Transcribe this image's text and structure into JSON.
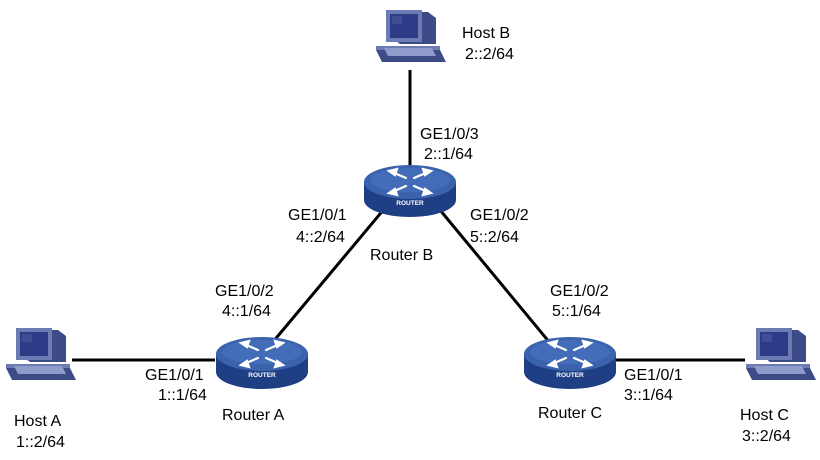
{
  "routers": {
    "a": {
      "name": "Router A",
      "badge": "ROUTER"
    },
    "b": {
      "name": "Router B",
      "badge": "ROUTER"
    },
    "c": {
      "name": "Router C",
      "badge": "ROUTER"
    }
  },
  "hosts": {
    "a": {
      "name": "Host A",
      "address": "1::2/64"
    },
    "b": {
      "name": "Host B",
      "address": "2::2/64"
    },
    "c": {
      "name": "Host C",
      "address": "3::2/64"
    }
  },
  "interfaces": {
    "ra_ge101": {
      "port": "GE1/0/1",
      "address": "1::1/64"
    },
    "ra_ge102": {
      "port": "GE1/0/2",
      "address": "4::1/64"
    },
    "rb_ge101": {
      "port": "GE1/0/1",
      "address": "4::2/64"
    },
    "rb_ge102": {
      "port": "GE1/0/2",
      "address": "5::2/64"
    },
    "rb_ge103": {
      "port": "GE1/0/3",
      "address": "2::1/64"
    },
    "rc_ge101": {
      "port": "GE1/0/1",
      "address": "3::1/64"
    },
    "rc_ge102": {
      "port": "GE1/0/2",
      "address": "5::1/64"
    }
  },
  "colors": {
    "router_top": "#3a62ad",
    "router_side": "#1f3f84",
    "pc_body": "#5b6aa6",
    "pc_screen": "#2c3c86",
    "link": "#000000"
  }
}
